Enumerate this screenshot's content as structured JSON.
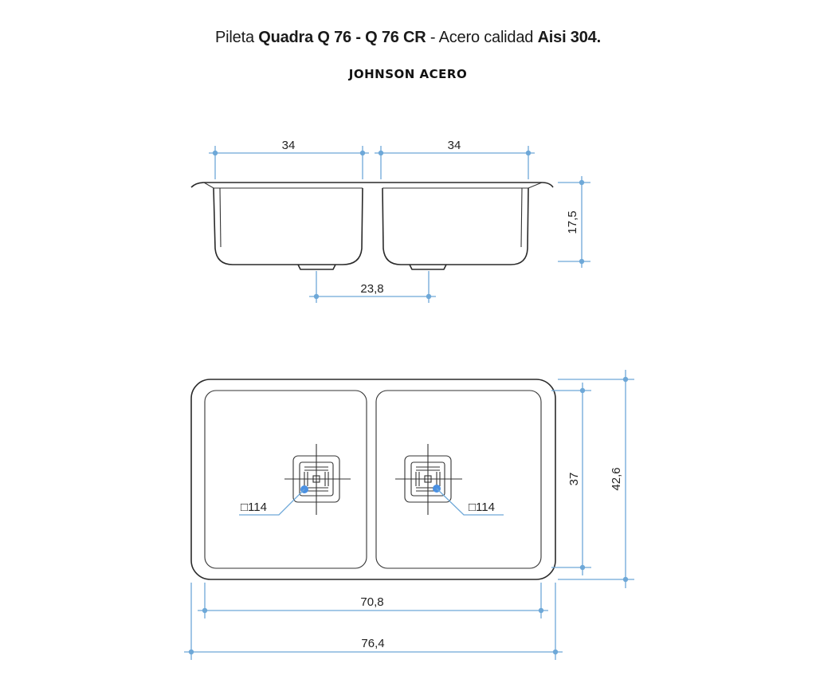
{
  "header": {
    "title_pre": "Pileta ",
    "title_model": "Quadra Q 76 - Q 76 CR",
    "title_mid": " - Acero calidad ",
    "title_grade": "Aisi 304.",
    "brand": "JOHNSON ACERO"
  },
  "side_view": {
    "dim_left_width": "34",
    "dim_right_width": "34",
    "dim_depth": "17,5",
    "dim_drain_spacing": "23,8"
  },
  "top_view": {
    "drain_left_label": "□114",
    "drain_right_label": "□114",
    "dim_inner_height": "37",
    "dim_outer_height": "42,6",
    "dim_inner_width": "70,8",
    "dim_outer_width": "76,4"
  },
  "colors": {
    "dimension_lines": "#6ea8d8",
    "outline": "#2a2a2a",
    "drain_marker": "#4a90e2"
  }
}
